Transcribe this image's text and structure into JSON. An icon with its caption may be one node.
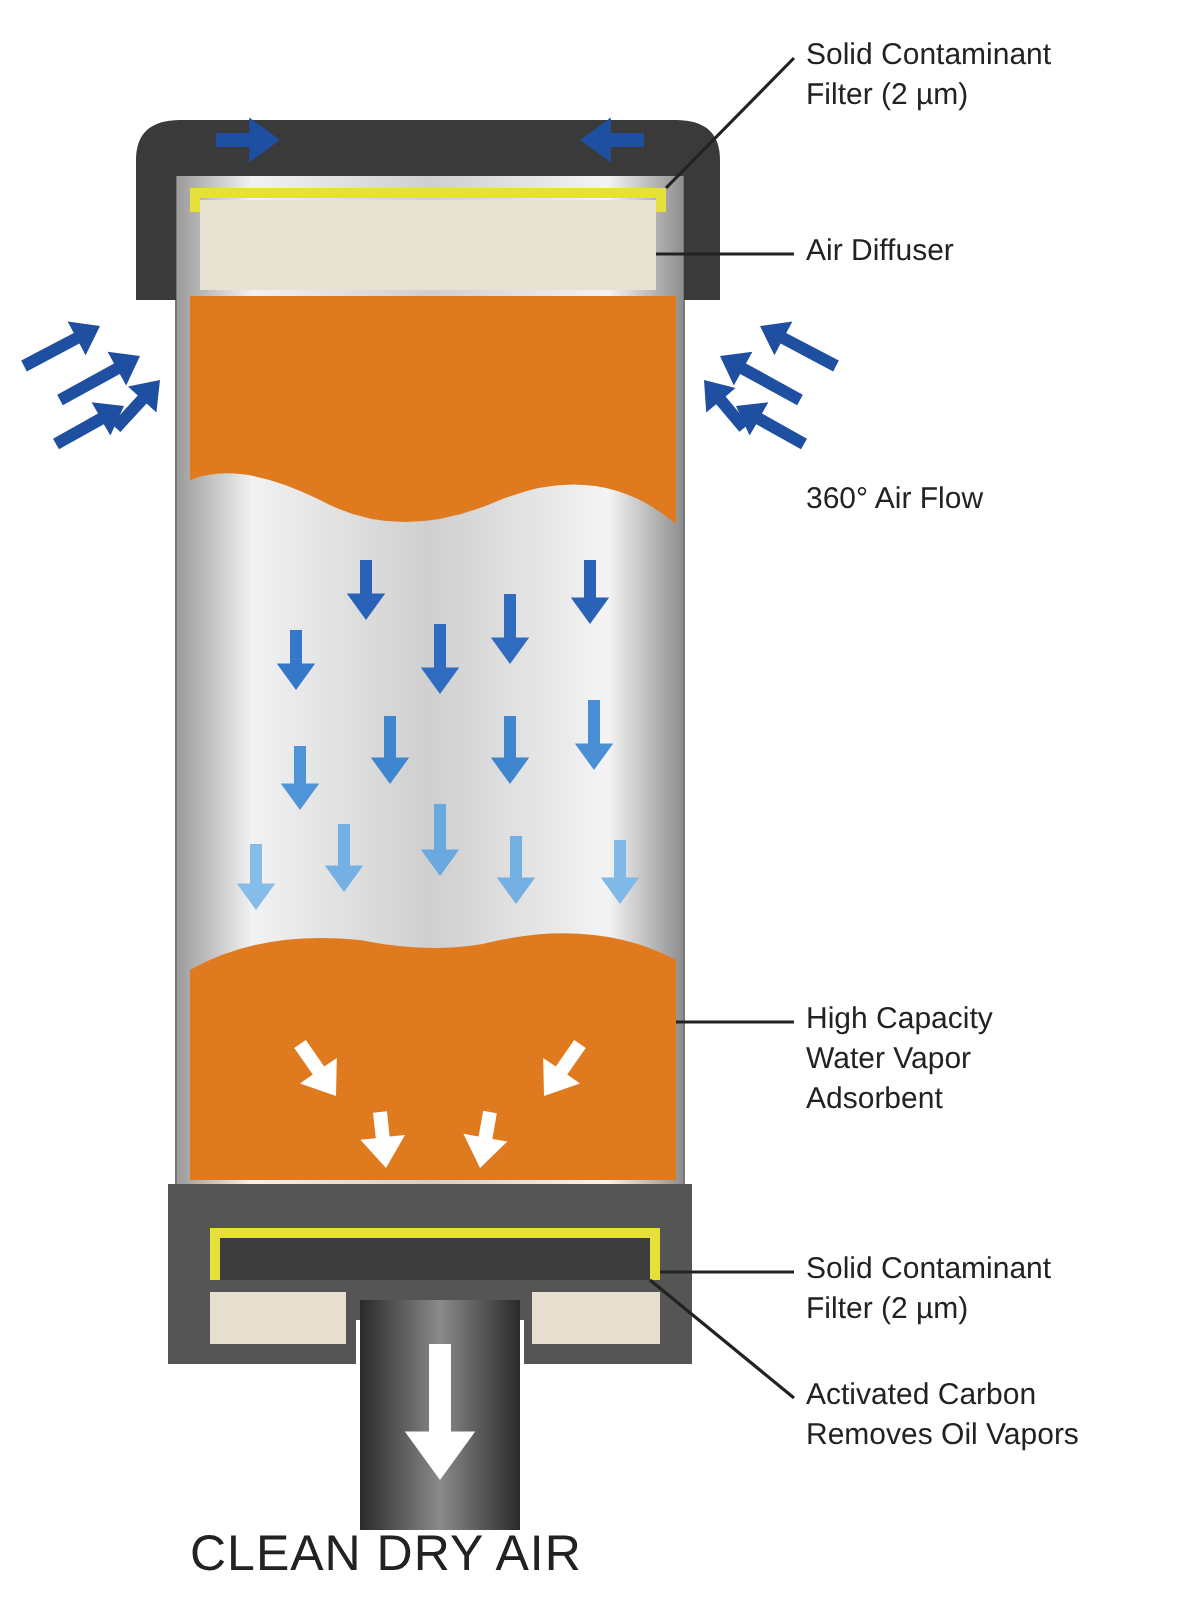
{
  "diagram": {
    "caption": "CLEAN DRY AIR",
    "nodes": [
      {
        "text": [
          "Solid Contaminant Filter (2 µm)"
        ]
      },
      {
        "text": [],
        "shape": "bar"
      },
      {
        "text": [
          "Air Diffuser"
        ]
      },
      {
        "text": [],
        "shape": "box"
      },
      {
        "text": [
          "High Capacity Water Vapor Adsorbent"
        ]
      },
      {
        "text": [],
        "shape": "box"
      },
      {
        "text": [
          "Solid Contaminant Filter (2 µm)"
        ]
      },
      {
        "text": [],
        "shape": "bar"
      },
      {
        "text": [
          "Activated Carbon Removes Oil Vapors"
        ]
      },
      {
        "text": [],
        "shape": "box",
        "in": 7
      }
    ],
    "edges": [
      {
        "from": 0,
        "to": 1,
        "arrow": "none"
      },
      {
        "from": 2,
        "to": 3,
        "arrow": "none"
      },
      {
        "from": 4,
        "to": 5,
        "arrow": "none"
      },
      {
        "from": 6,
        "to": 7,
        "arrow": "none"
      },
      {
        "from": 8,
        "to": 9,
        "arrow": "none"
      }
    ],
    "labels": [
      "360° Air Flow"
    ]
  }
}
